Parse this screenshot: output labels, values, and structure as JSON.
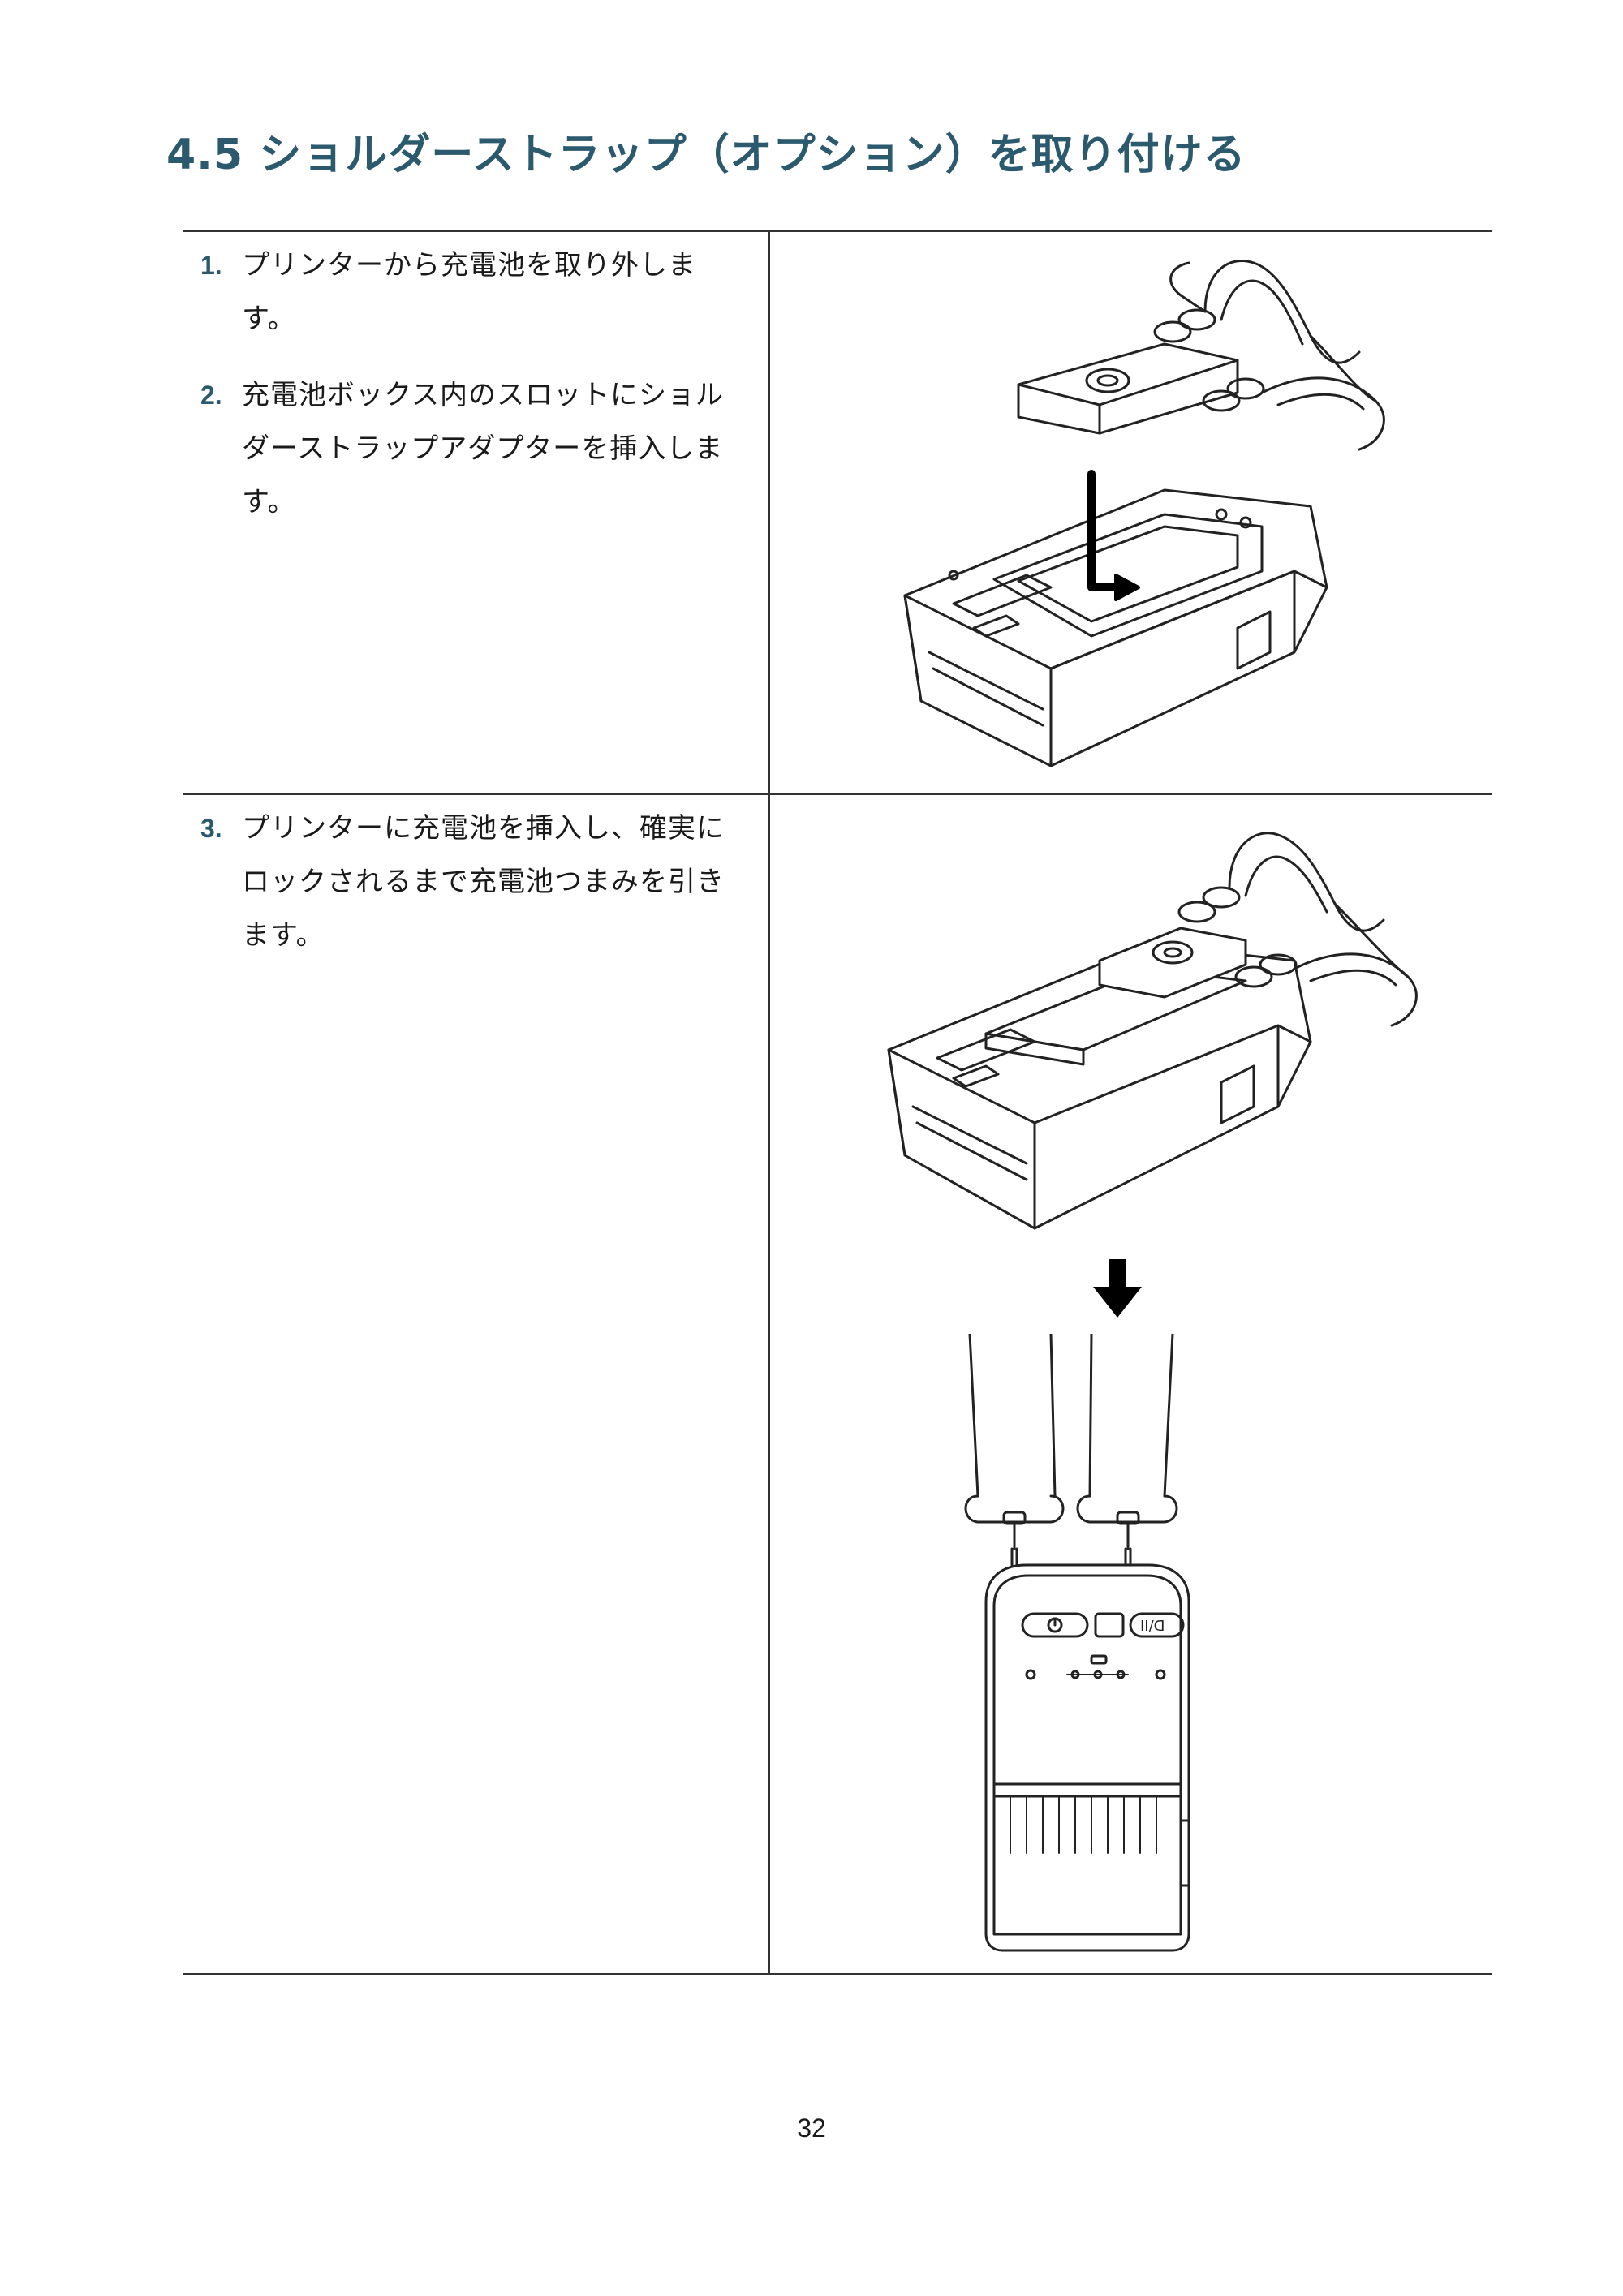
{
  "title": "4.5 ショルダーストラップ（オプション）を取り付ける",
  "rows": [
    {
      "steps": [
        {
          "num": "1.",
          "text": "プリンターから充電池を取り外します。"
        },
        {
          "num": "2.",
          "text": "充電池ボックス内のスロットにショルダーストラップアダプターを挿入します。"
        }
      ]
    },
    {
      "steps": [
        {
          "num": "3.",
          "text": "プリンターに充電池を挿入し、確実にロックされるまで充電池つまみを引きます。"
        }
      ]
    }
  ],
  "page_number": "32"
}
